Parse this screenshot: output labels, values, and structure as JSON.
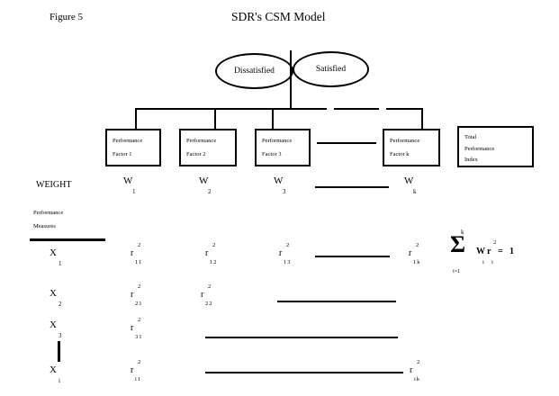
{
  "header": {
    "figure_label": "Figure 5",
    "title": "SDR's CSM Model"
  },
  "tree": {
    "left_ellipse": "Dissatisfied",
    "right_ellipse": "Satisfied",
    "boxes": [
      {
        "line1": "Performance",
        "line2": "Factor 1"
      },
      {
        "line1": "Performance",
        "line2": "Factor 2"
      },
      {
        "line1": "Performance",
        "line2": "Factor 3"
      },
      {
        "line1": "Performance",
        "line2": "Factor k"
      }
    ],
    "total_box": {
      "line1": "Total",
      "line2": "Performance",
      "line3": "Index"
    }
  },
  "weight_row": {
    "label": "WEIGHT",
    "weights": [
      {
        "base": "W",
        "sub": "1"
      },
      {
        "base": "W",
        "sub": "2"
      },
      {
        "base": "W",
        "sub": "3"
      },
      {
        "base": "W",
        "sub": "k"
      }
    ]
  },
  "measures": {
    "label_line1": "Performance",
    "label_line2": "Measures"
  },
  "matrix": {
    "rows": [
      {
        "x": {
          "base": "X",
          "sub": "1"
        },
        "cells": [
          {
            "base": "r",
            "sup": "2",
            "sub": "11"
          },
          {
            "base": "r",
            "sup": "2",
            "sub": "12"
          },
          {
            "base": "r",
            "sup": "2",
            "sub": "13"
          },
          {
            "base": "r",
            "sup": "2",
            "sub": "1k"
          }
        ]
      },
      {
        "x": {
          "base": "X",
          "sub": "2"
        },
        "cells": [
          {
            "base": "r",
            "sup": "2",
            "sub": "21"
          },
          {
            "base": "r",
            "sup": "2",
            "sub": "22"
          }
        ]
      },
      {
        "x": {
          "base": "X",
          "sub": "3"
        },
        "cells": [
          {
            "base": "r",
            "sup": "2",
            "sub": "31"
          }
        ]
      },
      {
        "x": {
          "base": "X",
          "sub": "i"
        },
        "cells": [
          {
            "base": "r",
            "sup": "2",
            "sub": "i1"
          },
          {
            "base": "r",
            "sup": "2",
            "sub": "ik"
          }
        ]
      }
    ]
  },
  "formula": {
    "upper_limit": "k",
    "sigma": "Σ",
    "lower_limit": "i=1",
    "w_base": "W",
    "w_sub": "i",
    "r_base": "r",
    "r_sup": "2",
    "r_sub": "i",
    "equals": "=",
    "result": "1"
  },
  "colors": {
    "ink": "#000000",
    "background": "#ffffff"
  }
}
